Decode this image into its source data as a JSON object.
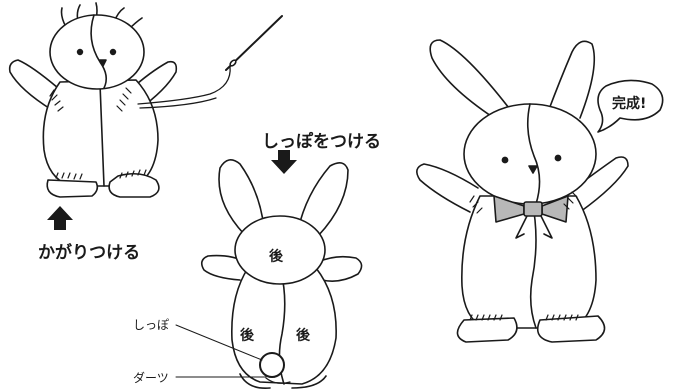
{
  "labels": {
    "attach_tail": "しっぽをつける",
    "whip_stitch": "かがりつける",
    "back_head": "後",
    "back_left": "後",
    "back_right": "後",
    "tail": "しっぽ",
    "dart": "ダーツ",
    "done": "完成!"
  },
  "colors": {
    "line": "#1a1a1a",
    "bow": "#b8b8b8",
    "bg": "#ffffff"
  }
}
